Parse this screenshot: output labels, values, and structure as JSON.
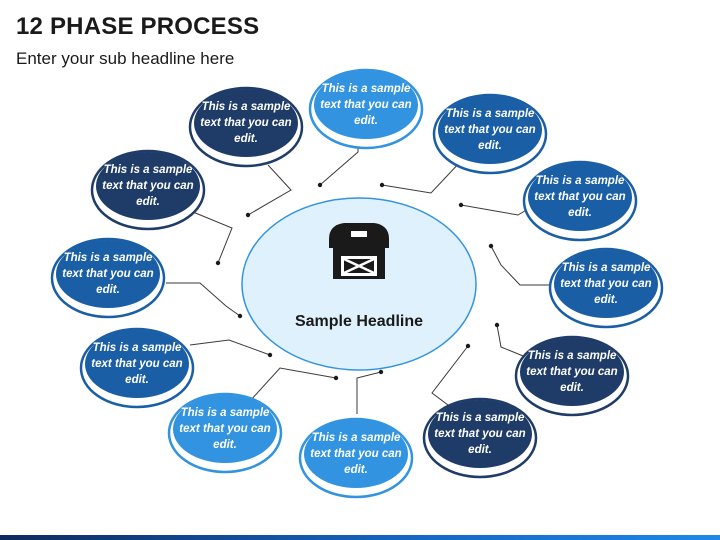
{
  "header": {
    "title": "12 PHASE PROCESS",
    "subtitle": "Enter your sub headline here"
  },
  "center": {
    "headline": "Sample Headline",
    "icon": "barn-icon",
    "color": "#dff1fc"
  },
  "colors": {
    "dark": "#1f3c68",
    "mid": "#1a5ea6",
    "light": "#3293e0",
    "connector": "#3a3a3a"
  },
  "phases": [
    {
      "text": "This is a sample text that you can edit.",
      "color": "light"
    },
    {
      "text": "This is a sample text that you can edit.",
      "color": "mid"
    },
    {
      "text": "This is a sample text that you can edit.",
      "color": "mid"
    },
    {
      "text": "This is a sample text that you can edit.",
      "color": "mid"
    },
    {
      "text": "This is a sample text that you can edit.",
      "color": "dark"
    },
    {
      "text": "This is a sample text that you can edit.",
      "color": "dark"
    },
    {
      "text": "This is a sample text that you can edit.",
      "color": "light"
    },
    {
      "text": "This is a sample text that you can edit.",
      "color": "light"
    },
    {
      "text": "This is a sample text that you can edit.",
      "color": "mid"
    },
    {
      "text": "This is a sample text that you can edit.",
      "color": "mid"
    },
    {
      "text": "This is a sample text that you can edit.",
      "color": "dark"
    },
    {
      "text": "This is a sample text that you can edit.",
      "color": "dark"
    }
  ]
}
